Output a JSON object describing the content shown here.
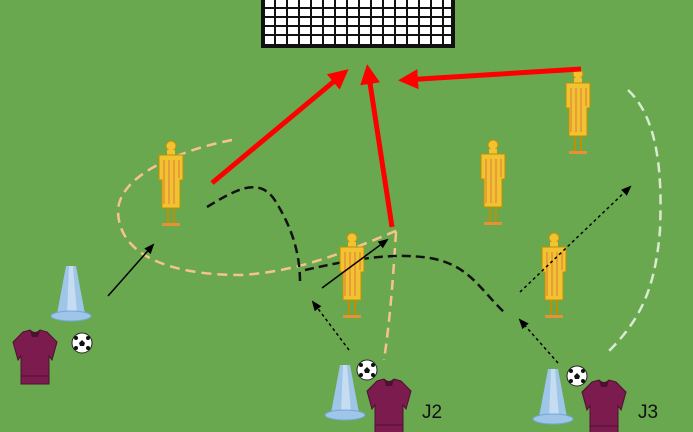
{
  "drill": {
    "players": [
      {
        "id": "player-left",
        "label": "",
        "shirt_color": "#7b1b4e"
      },
      {
        "id": "player-j2",
        "label": "J2",
        "shirt_color": "#7b1b4e"
      },
      {
        "id": "player-j3",
        "label": "J3",
        "shirt_color": "#7b1b4e"
      }
    ]
  },
  "colors": {
    "pitch": "#6aa84f",
    "mannequin": "#f1c232",
    "cone": "#9fc5e8",
    "shot_arrow": "#ff0000",
    "dribble_path": "#111111",
    "run_path_tan": "#f6c48a",
    "run_path_light": "#d9ead3",
    "goal_net": "#111111"
  },
  "icons": [
    "goal-icon",
    "mannequin-icon",
    "cone-icon",
    "ball-icon",
    "player-icon"
  ]
}
